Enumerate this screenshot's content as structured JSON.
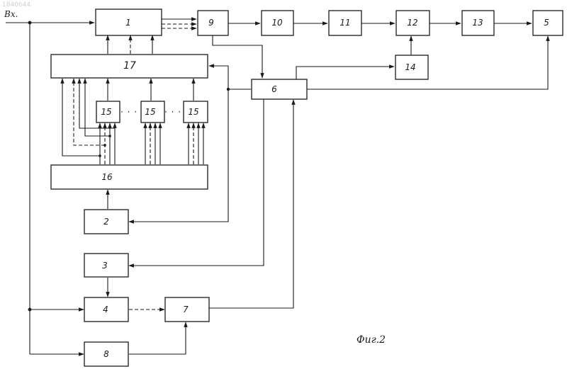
{
  "document_id": "1840644",
  "input_label": "Вх.",
  "figure_caption": "Фиг.2",
  "ellipsis": "· · ·",
  "blocks": {
    "b1": "1",
    "b9": "9",
    "b10": "10",
    "b11": "11",
    "b12": "12",
    "b13": "13",
    "b5": "5",
    "b17": "17",
    "b14": "14",
    "b6": "6",
    "b15a": "15",
    "b15b": "15",
    "b15c": "15",
    "b16": "16",
    "b2": "2",
    "b3": "3",
    "b4": "4",
    "b7": "7",
    "b8": "8"
  },
  "colors": {
    "ink": "#1a1a1a",
    "paper": "#ffffff"
  }
}
